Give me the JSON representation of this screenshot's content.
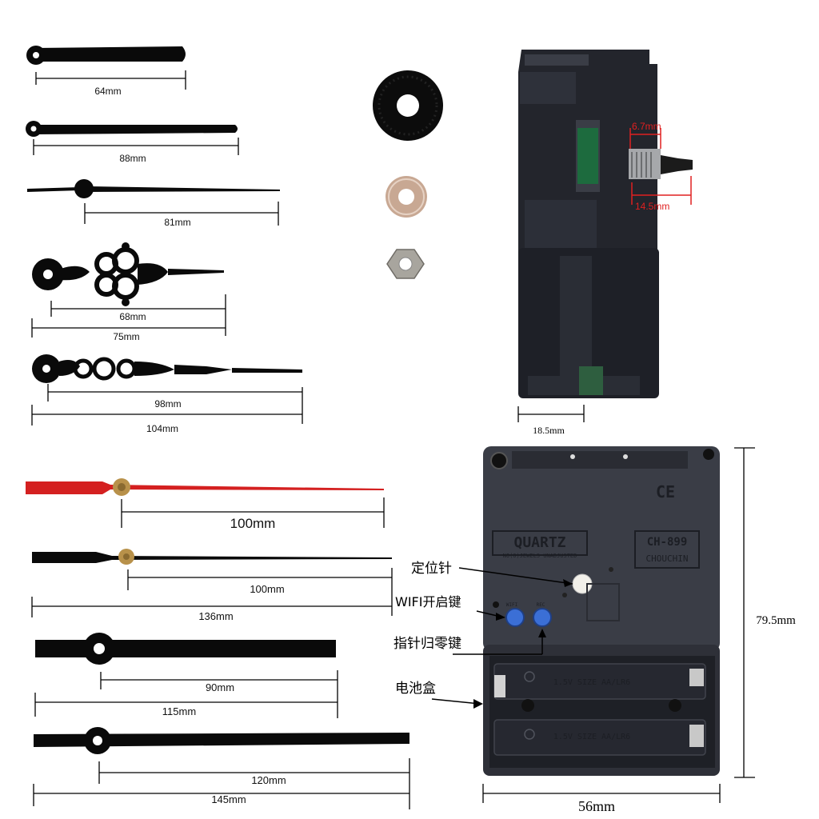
{
  "colors": {
    "hand_black": "#0a0a0a",
    "second_hand_red": "#d42020",
    "brass": "#b8914a",
    "movement_body": "#3a3d46",
    "button_blue": "#3b6fd6",
    "dimension_red": "#e02020"
  },
  "hands": [
    {
      "name": "hand-1",
      "labels": [
        "64mm"
      ]
    },
    {
      "name": "hand-2",
      "labels": [
        "88mm"
      ]
    },
    {
      "name": "hand-3",
      "labels": [
        "81mm"
      ]
    },
    {
      "name": "hand-4-ornate",
      "labels": [
        "68mm",
        "75mm"
      ]
    },
    {
      "name": "hand-5-ornate",
      "labels": [
        "98mm",
        "104mm"
      ]
    },
    {
      "name": "hand-6-red-second",
      "labels": [
        "100mm"
      ]
    },
    {
      "name": "hand-7",
      "labels": [
        "100mm",
        "136mm"
      ]
    },
    {
      "name": "hand-8",
      "labels": [
        "90mm",
        "115mm"
      ]
    },
    {
      "name": "hand-9",
      "labels": [
        "120mm",
        "145mm"
      ]
    }
  ],
  "side_view": {
    "shaft_width": "6.7mm",
    "shaft_length": "14.5mm",
    "depth": "18.5mm"
  },
  "front_view": {
    "quartz_brand": "QUARTZ",
    "quartz_sub": "NO(0)JEWELS UNADJUSTED",
    "model": "CH-899",
    "maker": "CHOUCHIN",
    "ce_mark": "CE",
    "btn_label_left": "WIFI",
    "btn_label_right": "REC",
    "battery_text_1": "1.5V SIZE AA/LR6",
    "battery_text_2": "1.5V SIZE AA/LR6",
    "height": "79.5mm",
    "width": "56mm"
  },
  "callouts": {
    "locating_pin": "定位针",
    "wifi_key": "WIFI开启键",
    "hand_reset_key": "指针归零键",
    "battery_box": "电池盒"
  }
}
